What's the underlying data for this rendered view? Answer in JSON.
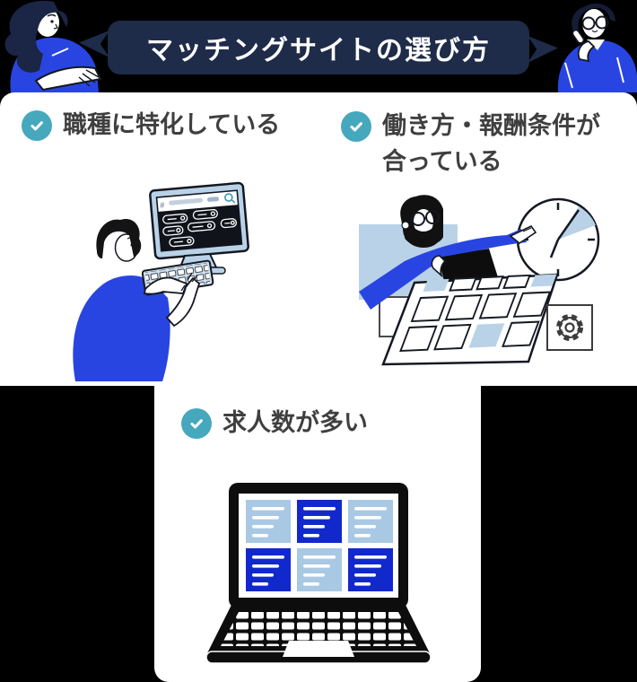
{
  "banner": {
    "title": "マッチングサイトの選び方",
    "bg_color": "#1e2b49",
    "text_color": "#ffffff"
  },
  "checklist": {
    "check_icon": "checkmark-in-teal-circle",
    "check_color": "#45a8bd",
    "text_color": "#3f3f3f",
    "items": [
      {
        "id": "specialized",
        "label": "職種に特化している"
      },
      {
        "id": "conditions",
        "label": "働き方・報酬条件が合っている",
        "line1": "働き方・報酬条件が",
        "line2": "合っている"
      },
      {
        "id": "volume",
        "label": "求人数が多い"
      }
    ]
  },
  "illustrations": {
    "top_left_character": "woman-with-dark-hair-blue-shirt-arms-crossed",
    "top_right_character": "man-with-glasses-blue-sweater-pointing-up",
    "item1": "person-typing-at-desktop-monitor-with-search-bar-and-filter-tags",
    "item2": "bearded-man-pointing-at-clock-with-calendar-and-gear",
    "item3": "laptop-with-six-job-listing-cards",
    "monitor_symbol": "#"
  },
  "palette": {
    "background": "#000000",
    "panel": "#ffffff",
    "navy": "#1e2b49",
    "primary_blue": "#2945e1",
    "deep_blue": "#1129cc",
    "light_blue": "#b9d2e8",
    "card_light_blue": "#a9c8e4",
    "teal": "#45a8bd",
    "outline": "#141821",
    "text_gray": "#3f3f3f"
  }
}
